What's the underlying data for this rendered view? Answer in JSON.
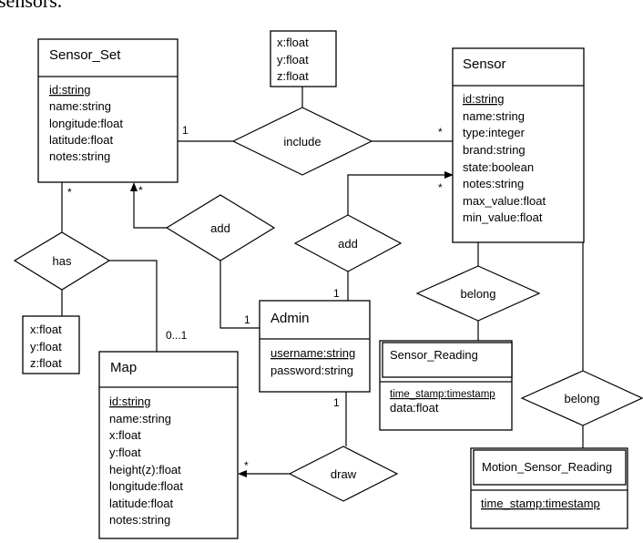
{
  "header_fragment": "sensors.",
  "entities": {
    "sensor_set": {
      "name": "Sensor_Set",
      "attrs": [
        "id:string",
        "name:string",
        "longitude:float",
        "latitude:float",
        "notes:string"
      ]
    },
    "sensor": {
      "name": "Sensor",
      "attrs": [
        "id:string",
        "name:string",
        "type:integer",
        "brand:string",
        "state:boolean",
        "notes:string",
        "max_value:float",
        "min_value:float"
      ]
    },
    "admin": {
      "name": "Admin",
      "attrs": [
        "username:string",
        "password:string"
      ]
    },
    "map": {
      "name": "Map",
      "attrs": [
        "id:string",
        "name:string",
        "x:float",
        "y:float",
        "height(z):float",
        "longitude:float",
        "latitude:float",
        "notes:string"
      ]
    },
    "sensor_reading": {
      "name": "Sensor_Reading",
      "attrs": [
        "time_stamp:timestamp",
        "data:float"
      ]
    },
    "motion_sensor_reading": {
      "name": "Motion_Sensor_Reading",
      "attrs": [
        "time_stamp:timestamp"
      ]
    }
  },
  "attr_boxes": {
    "include_attrs": [
      "x:float",
      "y:float",
      "z:float"
    ],
    "has_attrs": [
      "x:float",
      "y:float",
      "z:float"
    ]
  },
  "relationships": {
    "include": "include",
    "has": "has",
    "add_set": "add",
    "add_sensor": "add",
    "belong_reading": "belong",
    "belong_motion": "belong",
    "draw": "draw"
  },
  "multiplicities": {
    "set_include": "1",
    "sensor_include": "*",
    "set_has": "*",
    "set_add": "*",
    "sensor_add": "*",
    "admin_add_sensor": "1",
    "admin_add_set": "1",
    "map_has": "0...1",
    "admin_draw": "1",
    "map_draw": "*"
  }
}
